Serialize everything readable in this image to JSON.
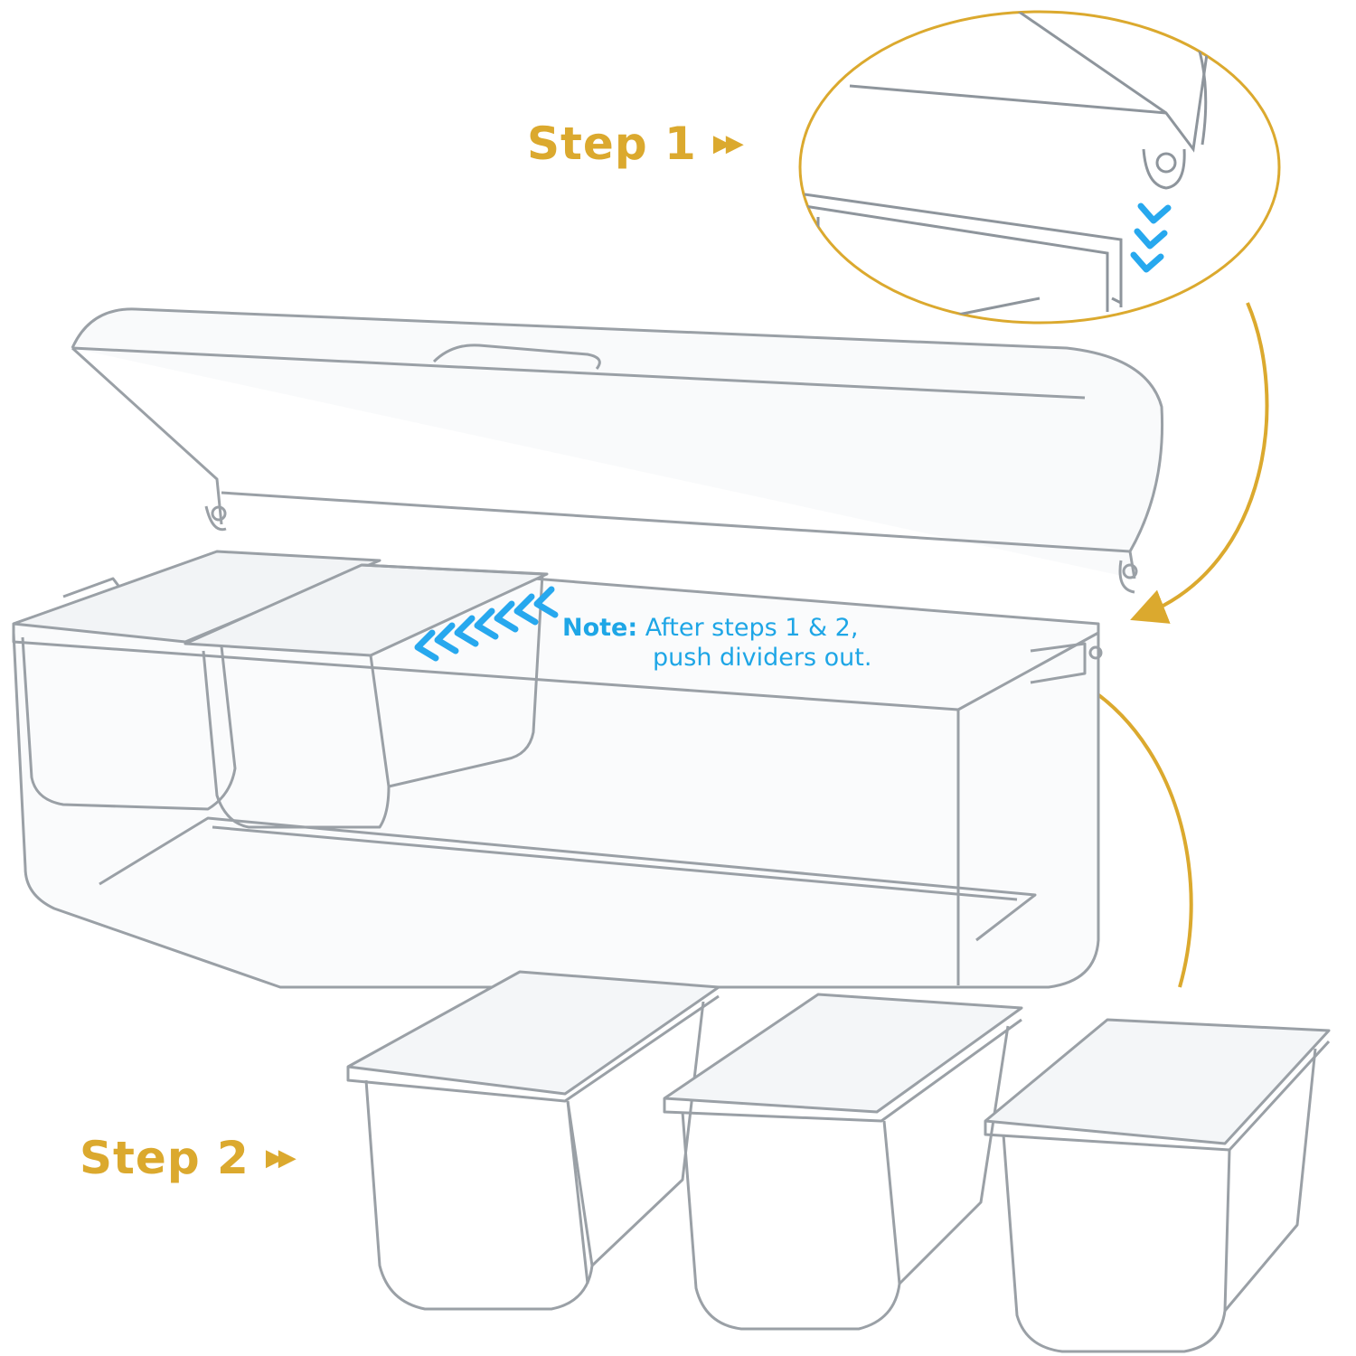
{
  "labels": {
    "step1": "Step 1",
    "step2": "Step 2",
    "note_key": "Note:",
    "note_line1": "After steps 1 & 2,",
    "note_line2": "push dividers out."
  },
  "icons": {
    "step_arrow": "double-right-arrow-icon",
    "push_arrows": "chevron-left-icon",
    "down_arrows": "chevron-down-icon"
  },
  "colors": {
    "accent_gold": "#dba92e",
    "note_blue": "#1ea6e6",
    "chevron_blue": "#27a8ee",
    "outline_gray": "#9aa0a6"
  }
}
